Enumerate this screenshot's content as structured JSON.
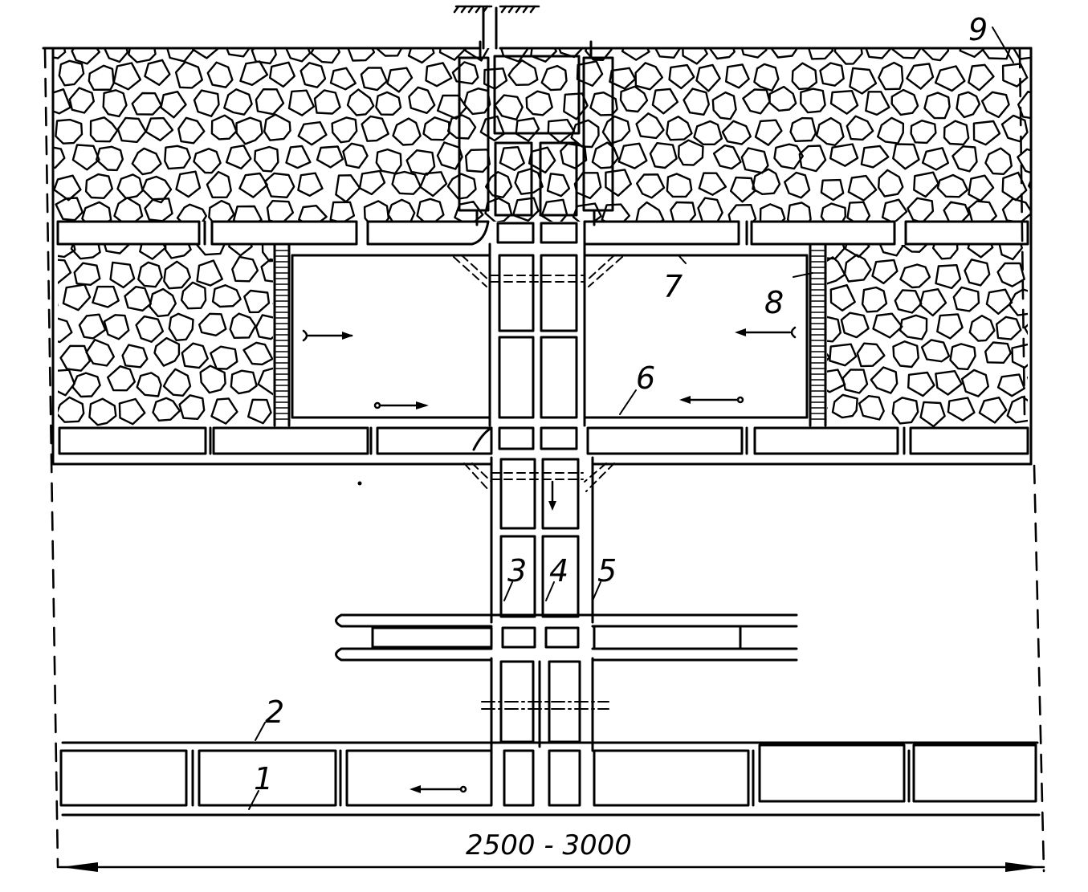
{
  "diagram": {
    "labels": {
      "l1": "1",
      "l2": "2",
      "l3": "3",
      "l4": "4",
      "l5": "5",
      "l6": "6",
      "l7": "7",
      "l8": "8",
      "l9": "9"
    },
    "dimension": "2500 - 3000",
    "colors": {
      "ink": "#000000",
      "paper": "#ffffff"
    }
  }
}
